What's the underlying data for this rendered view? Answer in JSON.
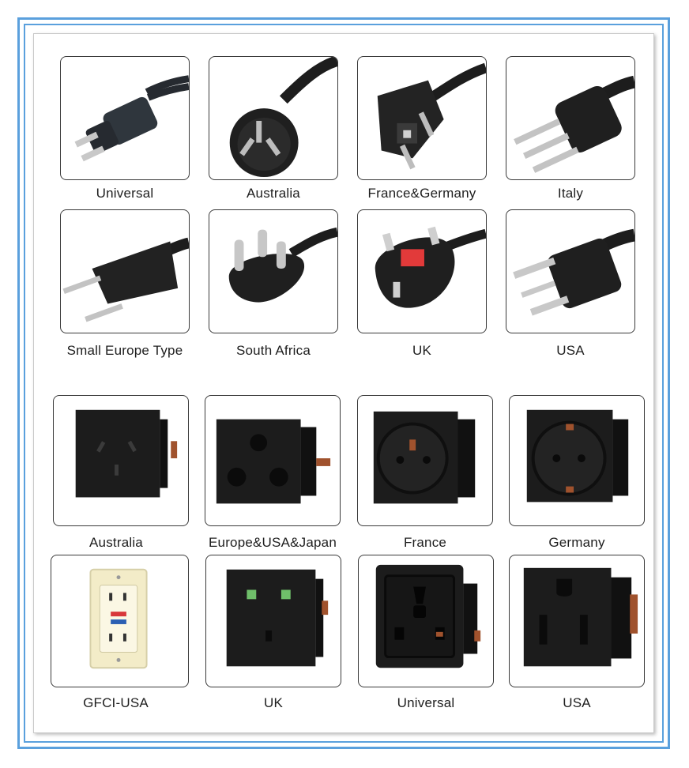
{
  "plugs": [
    {
      "label": "Universal"
    },
    {
      "label": "Australia"
    },
    {
      "label": "France&Germany"
    },
    {
      "label": "Italy"
    },
    {
      "label": "Small Europe Type"
    },
    {
      "label": "South Africa"
    },
    {
      "label": "UK"
    },
    {
      "label": "USA"
    }
  ],
  "sockets": [
    {
      "label": "Australia"
    },
    {
      "label": "Europe&USA&Japan"
    },
    {
      "label": "France"
    },
    {
      "label": "Germany"
    },
    {
      "label": "GFCI-USA"
    },
    {
      "label": "UK"
    },
    {
      "label": "Universal"
    },
    {
      "label": "USA"
    }
  ],
  "colors": {
    "frame": "#5aa0dd",
    "device": "#1c1c1c",
    "uk_fuse": "#e23a3a",
    "gfci_plate": "#f3ecc8"
  }
}
